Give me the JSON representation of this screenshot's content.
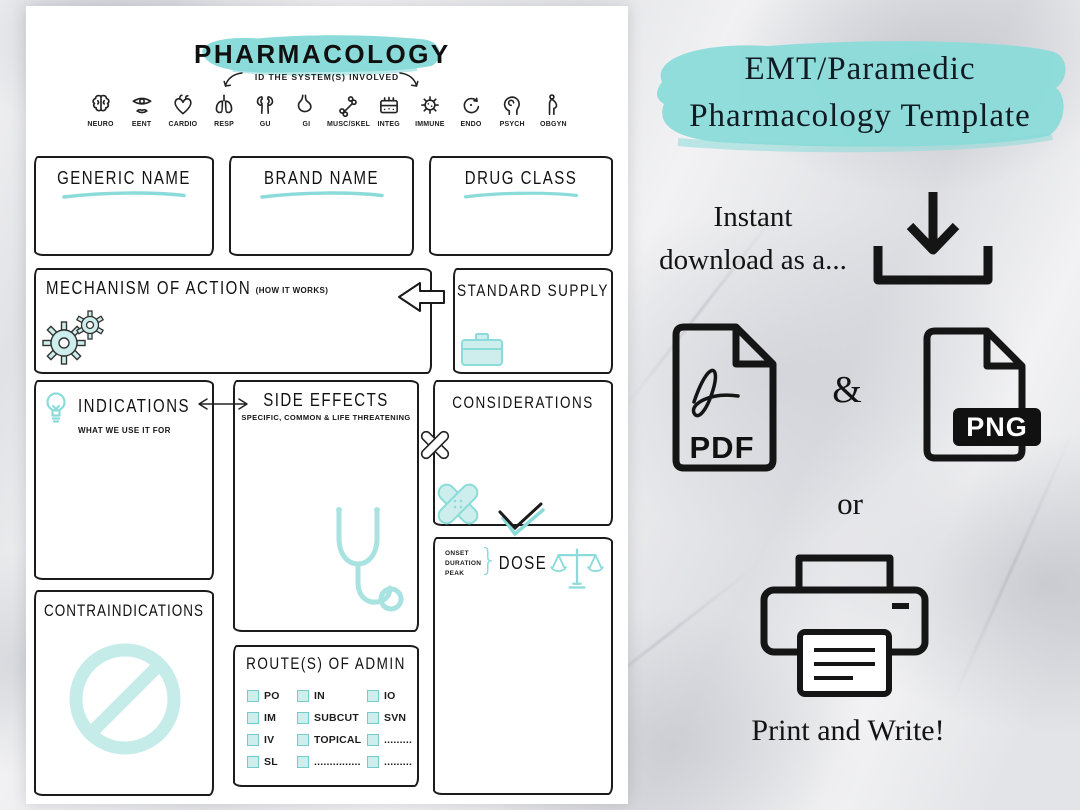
{
  "colors": {
    "teal": "#8adbd9",
    "teal_light": "#cdeeec",
    "teal_soft": "#a9e3e1",
    "ink": "#1c1c1c",
    "promo_ink": "#101b23"
  },
  "sheet": {
    "title": "PHARMACOLOGY",
    "subtitle": "ID THE SYSTEM(S) INVOLVED",
    "systems": [
      "NEURO",
      "EENT",
      "CARDIO",
      "RESP",
      "GU",
      "GI",
      "MUSC/SKEL",
      "INTEG",
      "IMMUNE",
      "ENDO",
      "PSYCH",
      "OBGYN"
    ],
    "generic_name": "GENERIC NAME",
    "brand_name": "BRAND NAME",
    "drug_class": "DRUG CLASS",
    "mechanism": "MECHANISM OF ACTION",
    "mechanism_note": "(HOW IT WORKS)",
    "standard_supply": "STANDARD SUPPLY",
    "indications": "INDICATIONS",
    "indications_note": "WHAT WE USE IT FOR",
    "side_effects": "SIDE EFFECTS",
    "side_effects_note": "SPECIFIC, COMMON & LIFE THREATENING",
    "considerations": "CONSIDERATIONS",
    "dose": "DOSE",
    "dose_timing": [
      "ONSET",
      "DURATION",
      "PEAK"
    ],
    "contraindications": "CONTRAINDICATIONS",
    "routes_title": "ROUTE(S) OF ADMIN",
    "routes_col1": [
      "PO",
      "IM",
      "IV",
      "SL"
    ],
    "routes_col2": [
      "IN",
      "SUBCUT",
      "TOPICAL",
      "..............."
    ],
    "routes_col3": [
      "IO",
      "SVN",
      ".........",
      "........."
    ]
  },
  "promo": {
    "title_line1": "EMT/Paramedic",
    "title_line2": "Pharmacology Template",
    "lead_line1": "Instant",
    "lead_line2": "download as a...",
    "pdf_label": "PDF",
    "ampersand": "&",
    "png_label": "PNG",
    "or_label": "or",
    "cta": "Print and Write!"
  }
}
